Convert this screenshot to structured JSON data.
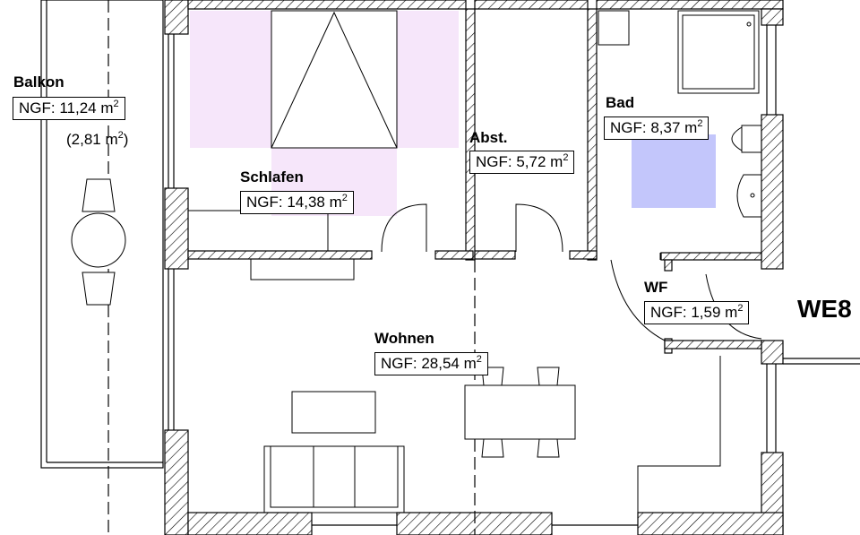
{
  "plan": {
    "unit_id": "WE8",
    "colors": {
      "wall_hatch": "#000000",
      "bed_zone": "#f6e6fa",
      "bath_zone": "#c3c6fb"
    },
    "rooms": [
      {
        "id": "balkon",
        "name": "Balkon",
        "area_label": "NGF: 11,24 m",
        "unit_sup": "2",
        "sub_area": "(2,81 m",
        "sub_sup": "2",
        "sub_close": ")"
      },
      {
        "id": "schlafen",
        "name": "Schlafen",
        "area_label": "NGF: 14,38 m",
        "unit_sup": "2"
      },
      {
        "id": "abst",
        "name": "Abst.",
        "area_label": "NGF: 5,72 m",
        "unit_sup": "2"
      },
      {
        "id": "bad",
        "name": "Bad",
        "area_label": "NGF: 8,37 m",
        "unit_sup": "2"
      },
      {
        "id": "wf",
        "name": "WF",
        "area_label": "NGF: 1,59 m",
        "unit_sup": "2"
      },
      {
        "id": "wohnen",
        "name": "Wohnen",
        "area_label": "NGF: 28,54 m",
        "unit_sup": "2"
      }
    ]
  }
}
